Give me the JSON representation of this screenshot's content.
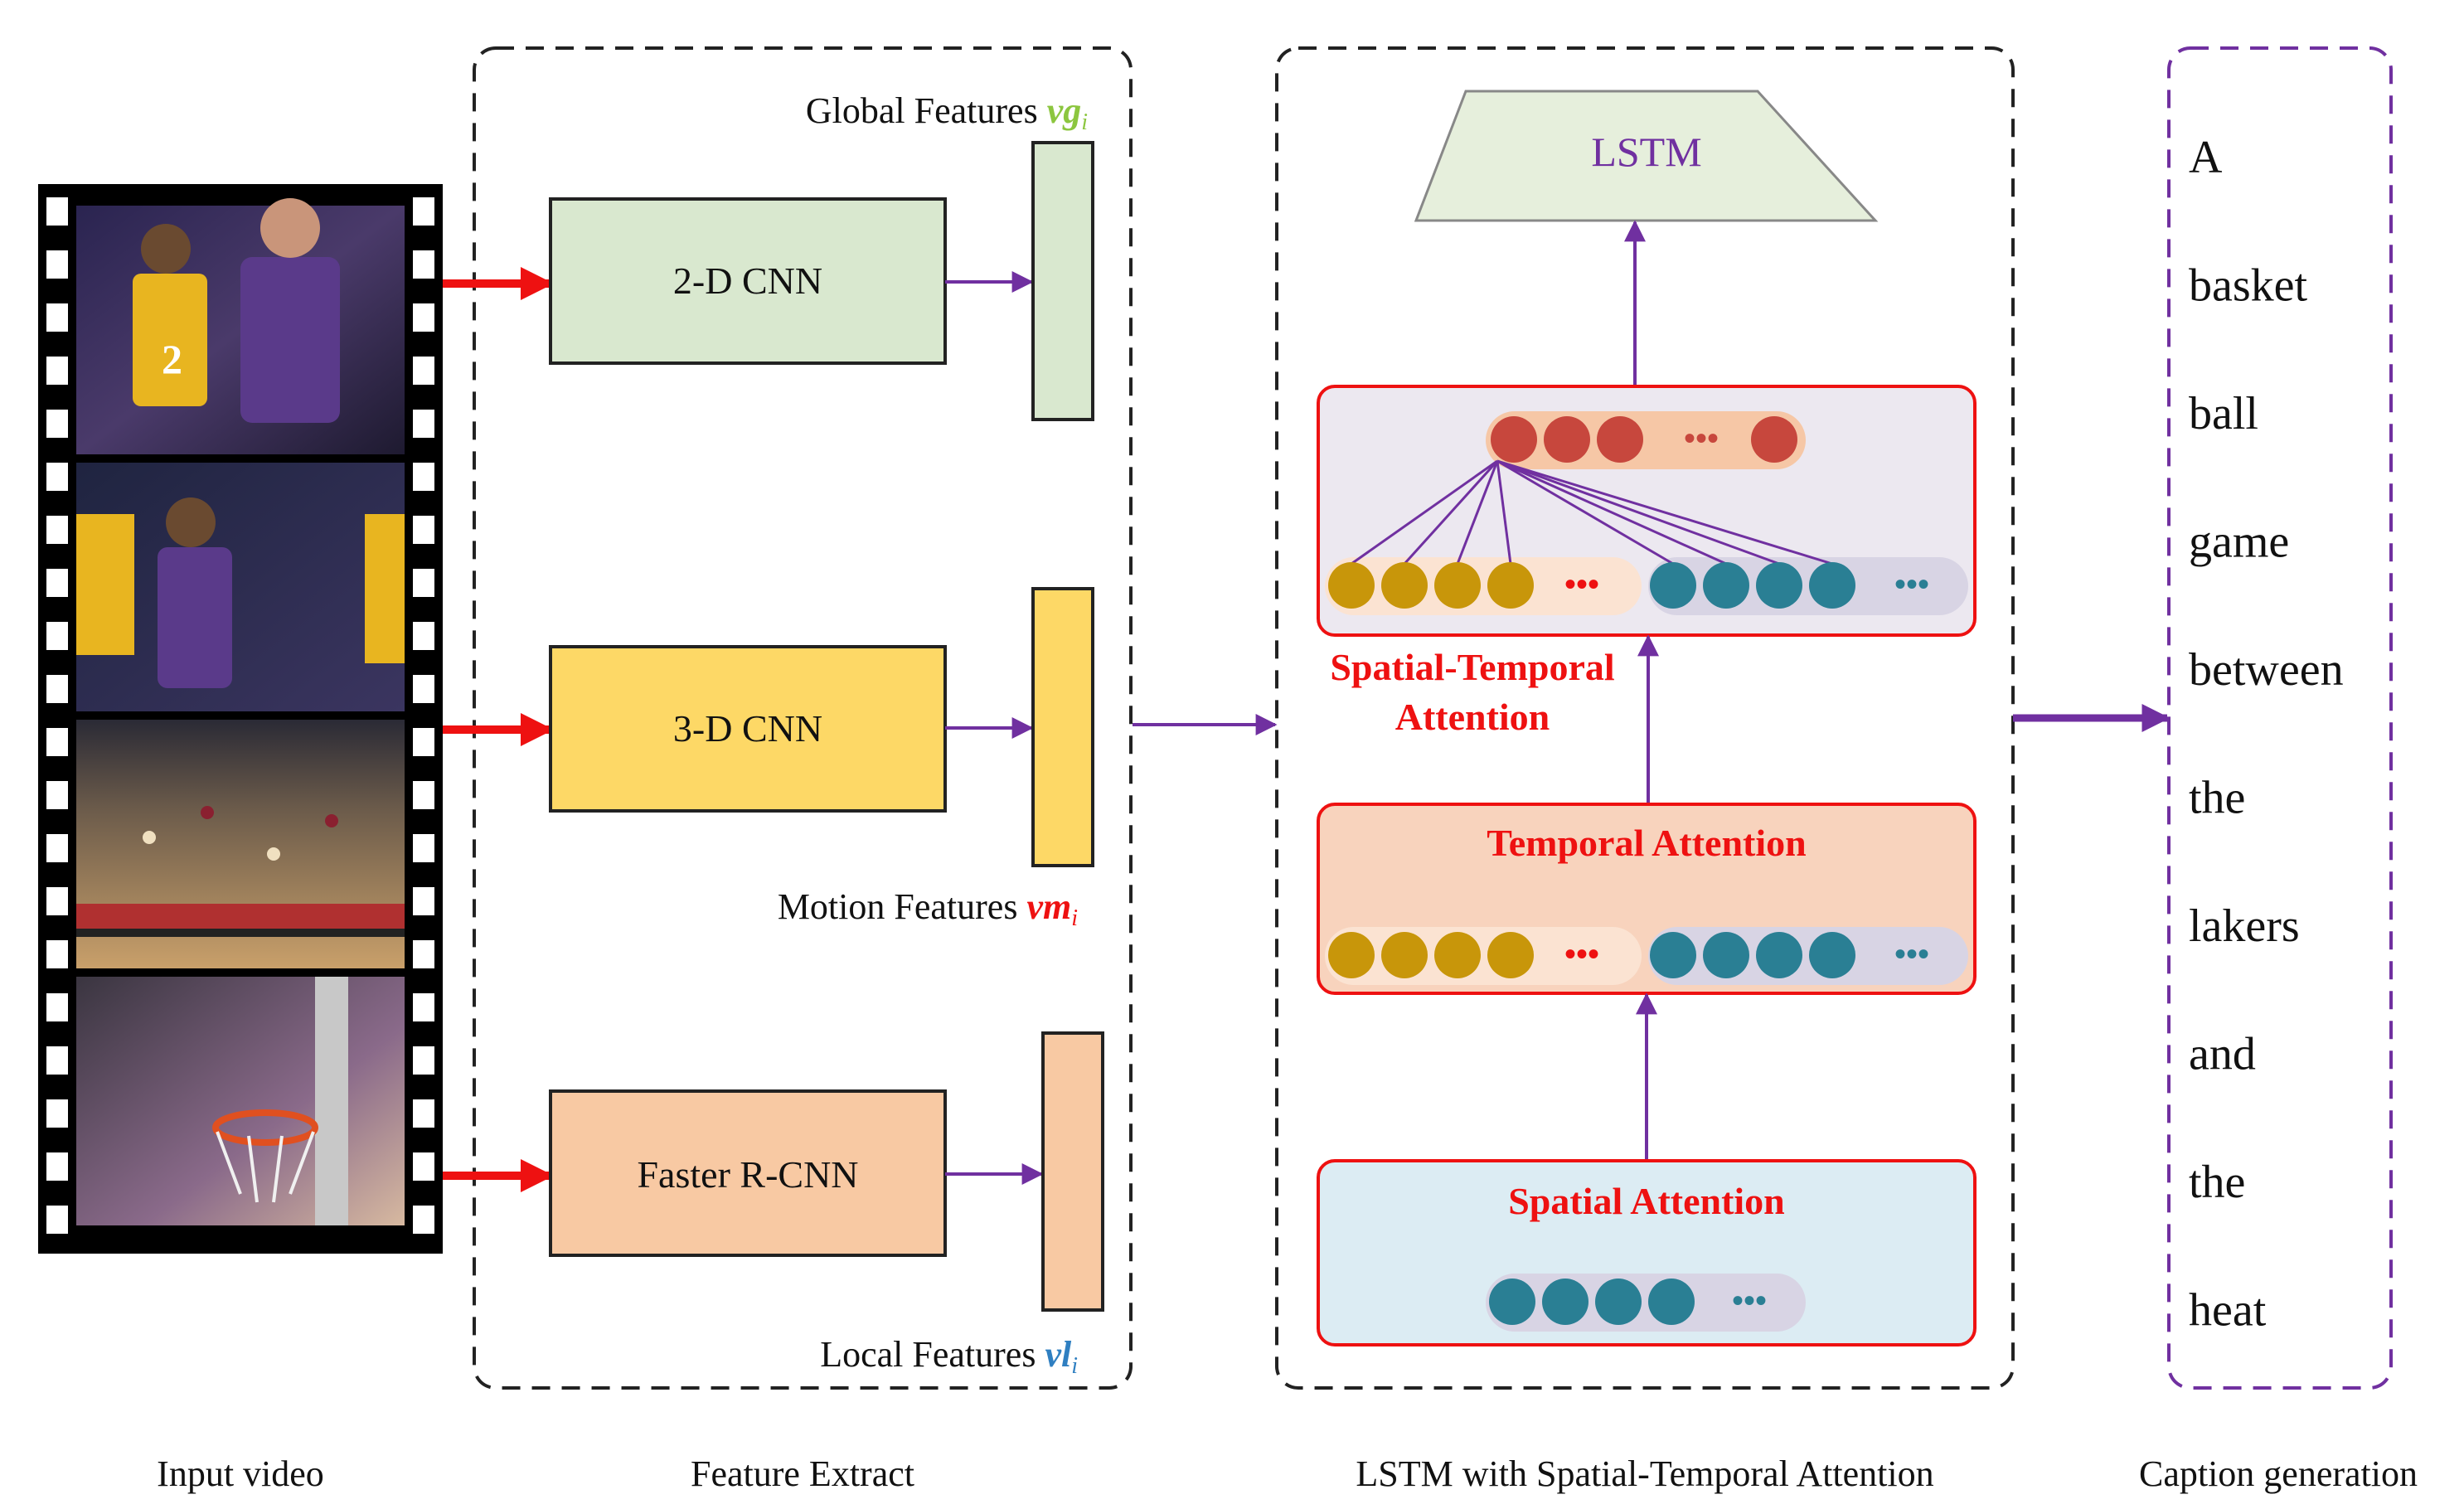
{
  "colors": {
    "dashed_border": "#222222",
    "caption_border": "#7030a0",
    "purple_arrow": "#7030a0",
    "red_arrow": "#ee1111",
    "red_border": "#ee1111",
    "green_fill": "#d9e8cf",
    "yellow_fill": "#fdd866",
    "orange_fill": "#f8c9a3",
    "lstm_fill": "#e6efdc",
    "gold_dot": "#c8960a",
    "teal_dot": "#2a7f94",
    "red_dot": "#c7473d",
    "global_var": "#8cc63f",
    "motion_var": "#ee1111",
    "local_var": "#2f7fc1",
    "lstm_text": "#7030a0"
  },
  "input_video": {
    "label": "Input video",
    "frames": [
      {
        "name": "frame-1",
        "scene": "close-up-players"
      },
      {
        "name": "frame-2",
        "scene": "player-dribbling"
      },
      {
        "name": "frame-3",
        "scene": "full-court-view"
      },
      {
        "name": "frame-4",
        "scene": "basket-view"
      }
    ]
  },
  "feature_extract": {
    "label": "Feature Extract",
    "cnn_2d": "2-D CNN",
    "cnn_3d": "3-D CNN",
    "faster_rcnn": "Faster R-CNN",
    "global": {
      "text": "Global Features ",
      "var": "vg",
      "sub": "i"
    },
    "motion": {
      "text": "Motion Features ",
      "var": "vm",
      "sub": "i"
    },
    "local": {
      "text": "Local Features ",
      "var": "vl",
      "sub": "i"
    }
  },
  "attention": {
    "label": "LSTM with Spatial-Temporal Attention",
    "lstm": "LSTM",
    "st_line1": "Spatial-Temporal",
    "st_line2": "Attention",
    "temporal": "Temporal Attention",
    "spatial": "Spatial Attention",
    "ellipsis": "•••"
  },
  "caption": {
    "label": "Caption generation",
    "words": [
      "A",
      "basket",
      "ball",
      "game",
      "between",
      "the",
      "lakers",
      "and",
      "the",
      "heat"
    ]
  }
}
